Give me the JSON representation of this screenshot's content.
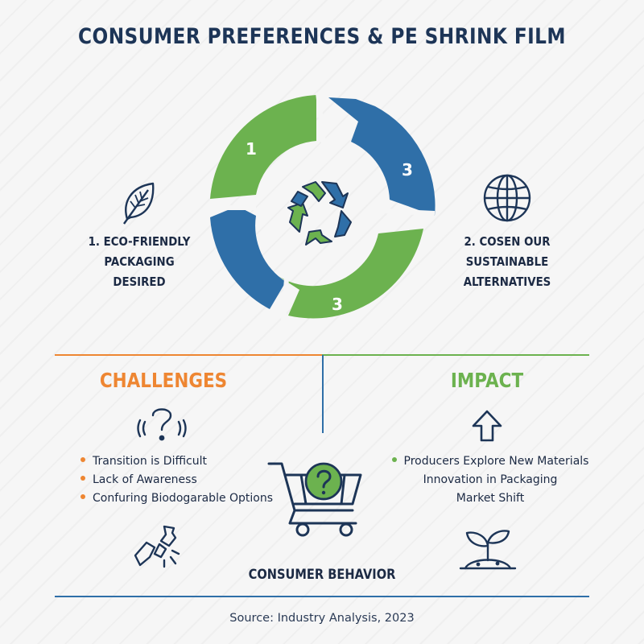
{
  "title": "CONSUMER PREFERENCES & PE SHRINK FILM",
  "cycle": {
    "segments": [
      {
        "label": "1",
        "color": "#6cb24f"
      },
      {
        "label": "3",
        "color": "#2f6fa8"
      },
      {
        "label": "3",
        "color": "#6cb24f"
      },
      {
        "label": "",
        "color": "#2f6fa8"
      }
    ],
    "center_icon": "recycle-icon"
  },
  "left_item": {
    "icon": "leaf-icon",
    "lines": [
      "1. ECO-FRIENDLY",
      "PACKAGING",
      "DESIRED"
    ]
  },
  "right_item": {
    "icon": "globe-icon",
    "lines": [
      "2. COSEN OUR",
      "SUSTAINABLE",
      "ALTERNATIVES"
    ]
  },
  "challenges": {
    "heading": "CHALLENGES",
    "color": "#ee8632",
    "icon": "question-icon",
    "items": [
      "Transition is Difficult",
      "Lack of Awareness",
      "Confuring Biodogarable Options"
    ],
    "bottom_icon": "broken-bottle-icon"
  },
  "impact": {
    "heading": "IMPACT",
    "color": "#6cb24f",
    "icon": "arrow-up-icon",
    "items": [
      "Producers Explore New Materials",
      "Innovation in Packaging",
      "Market Shift"
    ],
    "bottom_icon": "sprout-icon"
  },
  "center": {
    "icon": "shopping-cart-icon",
    "caption": "CONSUMER BEHAVIOR"
  },
  "source": "Source: Industry Analysis, 2023",
  "colors": {
    "navy": "#1d3557",
    "blue": "#2f6fa8",
    "green": "#6cb24f",
    "orange": "#ee8632"
  }
}
